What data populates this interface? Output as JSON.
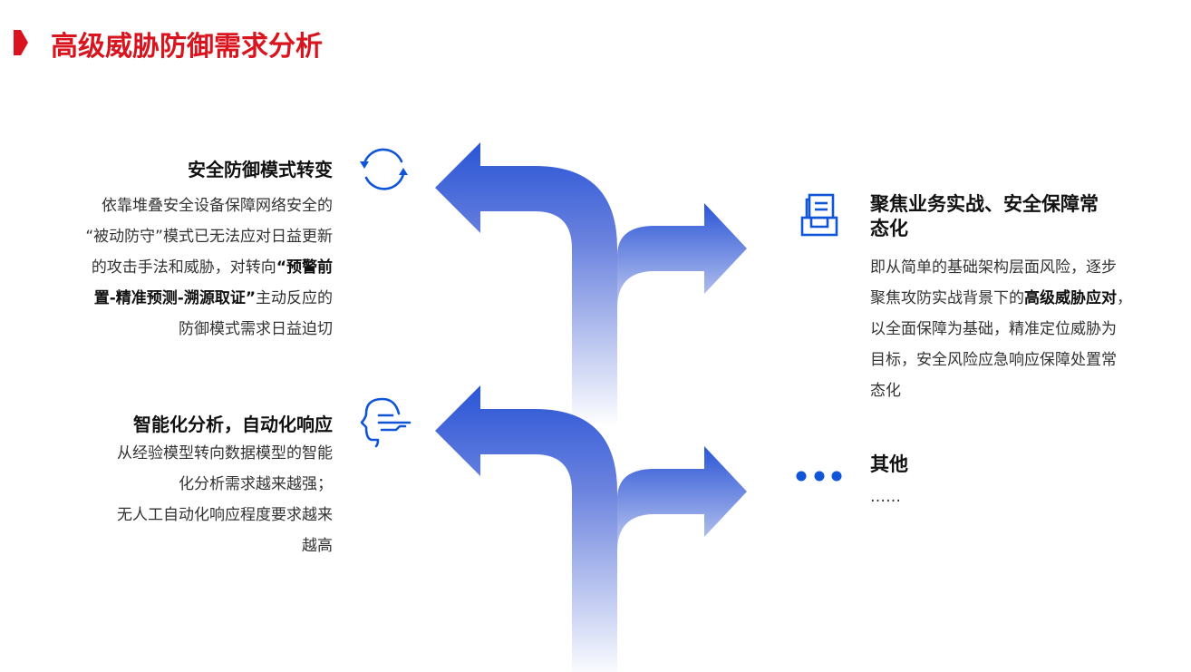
{
  "title": "高级威胁防御需求分析",
  "colors": {
    "accent_red": "#d9141e",
    "accent_blue": "#2a55d6",
    "icon_blue": "#1055d8"
  },
  "items": [
    {
      "icon": "refresh-icon",
      "heading": "安全防御模式转变",
      "lines": [
        [
          {
            "t": "依靠堆叠安全设备保障网络安全的"
          }
        ],
        [
          {
            "t": "“被动防守”模式已无法应对日益更新"
          }
        ],
        [
          {
            "t": "的攻击手法和威胁，对转向"
          },
          {
            "t": "“预警前",
            "b": true
          }
        ],
        [
          {
            "t": "置-精准预测-溯源取证”",
            "b": true
          },
          {
            "t": "主动反应的"
          }
        ],
        [
          {
            "t": "防御模式需求日益迫切"
          }
        ]
      ]
    },
    {
      "icon": "document-tray-icon",
      "heading_lines": [
        "聚焦业务实战、安全保障常",
        "态化"
      ],
      "lines": [
        [
          {
            "t": "即从简单的基础架构层面风险，逐步"
          }
        ],
        [
          {
            "t": "聚焦攻防实战背景下的"
          },
          {
            "t": "高级威胁应对",
            "b": true
          },
          {
            "t": "，"
          }
        ],
        [
          {
            "t": "以全面保障为基础，精准定位威胁为"
          }
        ],
        [
          {
            "t": "目标，安全风险应急响应保障处置常"
          }
        ],
        [
          {
            "t": "态化"
          }
        ]
      ]
    },
    {
      "icon": "ai-head-icon",
      "heading": "智能化分析，自动化响应",
      "lines": [
        [
          {
            "t": "从经验模型转向数据模型的智能"
          }
        ],
        [
          {
            "t": "化分析需求越来越强；"
          }
        ],
        [
          {
            "t": "无人工自动化响应程度要求越来"
          }
        ],
        [
          {
            "t": "越高"
          }
        ]
      ]
    },
    {
      "icon": "more-dots-icon",
      "heading": "其他",
      "lines": [
        [
          {
            "t": "……"
          }
        ]
      ]
    }
  ]
}
